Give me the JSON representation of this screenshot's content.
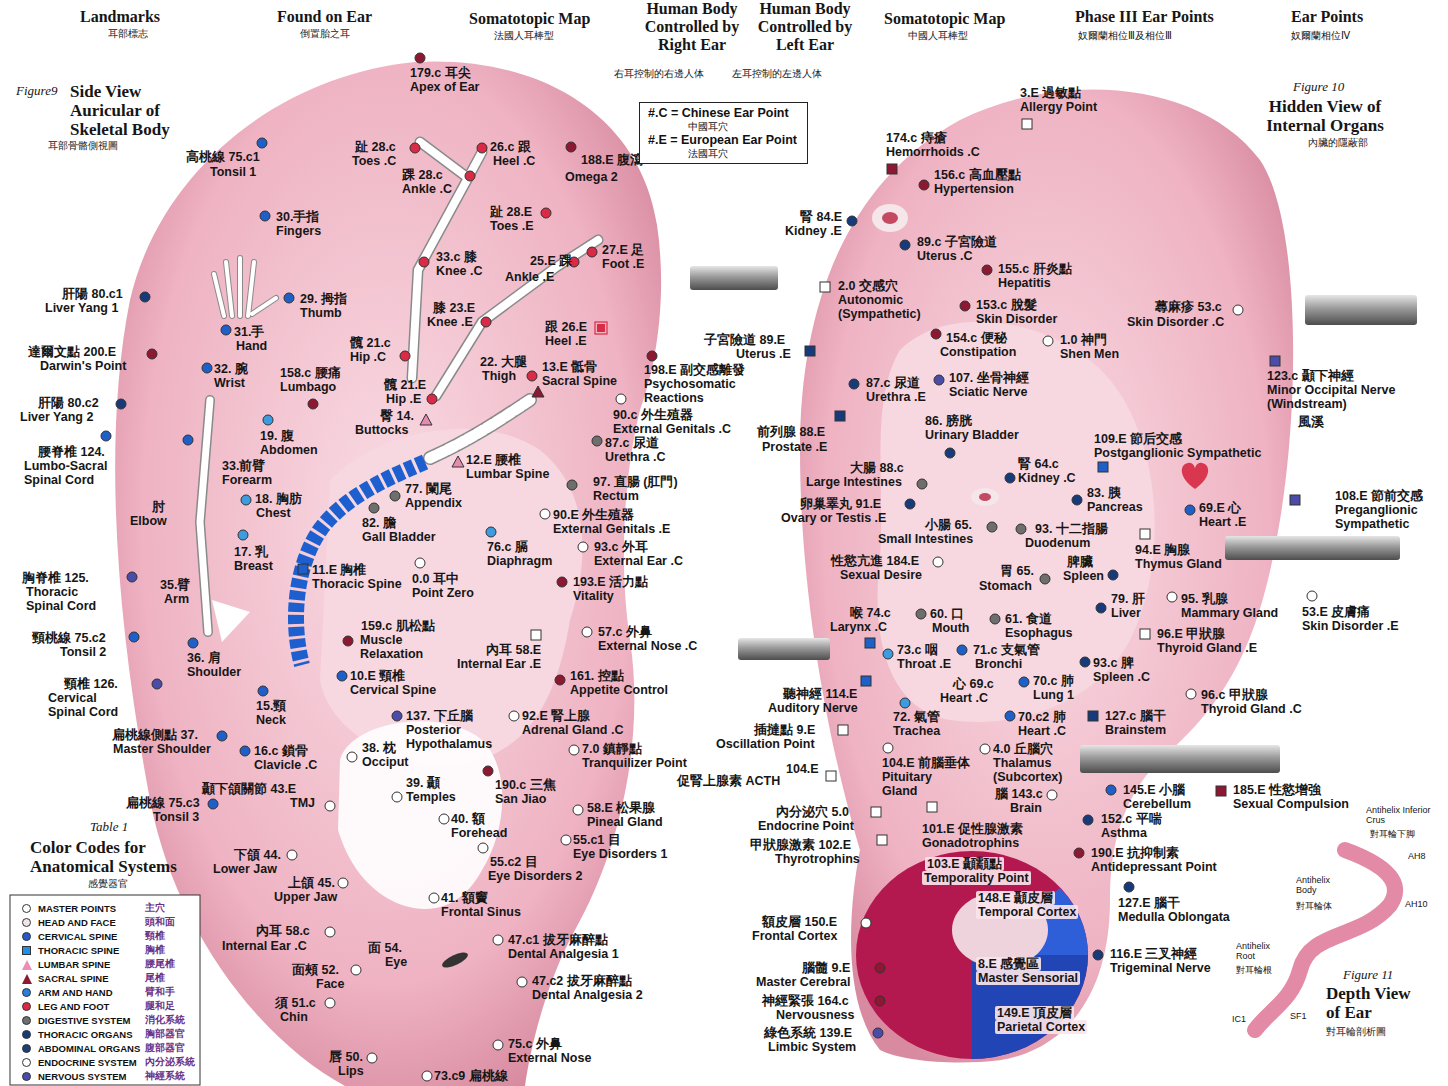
{
  "diagram": {
    "nodes": [
      {
        "text": [
          "#.C = Chinese Ear Point",
          "中國耳穴",
          "#.E = European Ear Point",
          "法國耳穴"
        ]
      }
    ],
    "labels": [
      "Landmarks",
      "耳部標志",
      "Found on Ear",
      "倒置胎之耳",
      "Somatotopic Map",
      "法國人耳棒型",
      "Human Body Controlled by Right Ear",
      "右耳控制的右邊人体",
      "Human Body Controlled by Left Ear",
      "左耳控制的左邊人体",
      "Somatotopic Map",
      "中國人耳棒型",
      "Phase III Ear Points",
      "奴爾蘭相位Ⅲ及相位Ⅲ",
      "Ear Points",
      "奴爾蘭相位Ⅳ",
      "Figure9",
      "Side View Auricular of Skeletal Body",
      "耳部骨骼側視圖",
      "Figure 10",
      "Hidden View of Internal Organs",
      "內臟的隱蔽部",
      "Table 1",
      "Color Codes for Anatomical Systems",
      "感覺器官",
      "179.c 耳尖",
      "Apex of Ear",
      "高桃線 75.c1",
      "Tonsil 1",
      "趾 28.c",
      "Toes .C",
      "26.c 跟",
      "Heel .C",
      "188.E 腹瀉",
      "Omega 2",
      "踝 28.c",
      "Ankle .C",
      "30.手指",
      "Fingers",
      "趾 28.E",
      "Toes .E",
      "27.E 足",
      "Foot .E",
      "33.c 膝",
      "Knee .C",
      "25.E 踝",
      "Ankle .E",
      "肝陽 80.c1",
      "Liver Yang 1",
      "29. 拇指",
      "Thumb",
      "膝 23.E",
      "Knee .E",
      "跟 26.E",
      "Heel .E",
      "31.手",
      "Hand",
      "髖 21.c",
      "Hip .C",
      "達爾文點 200.E",
      "Darwin's Point",
      "32. 腕",
      "Wrist",
      "158.c 腰痛",
      "Lumbago",
      "22. 大腿",
      "Thigh",
      "13.E 骶骨",
      "Sacral Spine",
      "198.E 副交感離發",
      "Psychosomatic Reactions",
      "髖 21.E",
      "Hip .E",
      "肝陽 80.c2",
      "Liver Yang 2",
      "臀 14.",
      "Buttocks",
      "90.c 外生殖器",
      "External Genitals .C",
      "19. 腹",
      "Abdomen",
      "腰脊椎 124.",
      "Lumbo-Sacral Spinal Cord",
      "33.前臂",
      "Forearm",
      "87.c 尿道",
      "Urethra .C",
      "12.E 腰椎",
      "Lumbar Spine",
      "97. 直腸 (肛門)",
      "Rectum",
      "77. 闌尾",
      "Appendix",
      "18. 胸肪",
      "Chest",
      "肘",
      "Elbow",
      "90.E 外生殖器",
      "External Genitals .E",
      "82. 膽",
      "Gall Bladder",
      "76.c 膈",
      "Diaphragm",
      "93.c 外耳",
      "External Ear .C",
      "17. 乳",
      "Breast",
      "胸脊椎 125.",
      "Thoracic Spinal Cord",
      "11.E 胸椎",
      "Thoracic Spine",
      "0.0 耳中",
      "Point Zero",
      "193.E 活力點",
      "Vitality",
      "35.臂",
      "Arm",
      "頸桃線 75.c2",
      "Tonsil 2",
      "159.c 肌松點",
      "Muscle Relaxation",
      "內耳 58.E",
      "Internal Ear .E",
      "57.c 外鼻",
      "External Nose .C",
      "36. 肩",
      "Shoulder",
      "10.E 頸椎",
      "Cervical Spine",
      "161. 控點",
      "Appetite Control",
      "頸椎 126.",
      "Cervical Spinal Cord",
      "15.頸",
      "Neck",
      "137. 下丘腦",
      "Posterior Hypothalamus",
      "92.E 腎上腺",
      "Adrenal Gland .C",
      "扁桃線側點 37.",
      "Master Shoulder",
      "38. 枕",
      "Occiput",
      "7.0 鎮靜點",
      "Tranquilizer Point",
      "16.c 鎖骨",
      "Clavicle .C",
      "顳下頜關節 43.E",
      "TMJ",
      "39. 顳",
      "Temples",
      "190.c 三焦",
      "San Jiao",
      "58.E 松果腺",
      "Pineal Gland",
      "扁桃線 75.c3",
      "Tonsil 3",
      "40. 額",
      "Forehead",
      "55.c1 目",
      "Eye Disorders 1",
      "下頜 44.",
      "Lower Jaw",
      "55.c2 目",
      "Eye Disorders 2",
      "上頜 45.",
      "Upper Jaw",
      "41. 額竇",
      "Frontal Sinus",
      "47.c1 拔牙麻醉點",
      "Dental Analgesia 1",
      "內耳 58.c",
      "Internal Ear .C",
      "面 54.",
      "Eye",
      "面頰 52.",
      "Face",
      "47.c2 拔牙麻醉點",
      "Dental Analgesia 2",
      "須 51.c",
      "Chin",
      "75.c 外鼻",
      "External Nose",
      "唇 50.",
      "Lips",
      "73.c9 扁桃線",
      "3.E 過敏點",
      "Allergy Point",
      "174.c 痔瘡",
      "Hemorrhoids .C",
      "156.c 高血壓點",
      "Hypertension",
      "腎 84.E",
      "Kidney .E",
      "89.c 子宮險道",
      "Uterus .C",
      "155.c 肝炎點",
      "Hepatitis",
      "2.0 交感穴",
      "Autonomic (Sympathetic)",
      "蕁麻疹 53.c",
      "Skin Disorder .C",
      "153.c 脫髮",
      "Skin Disorder",
      "子宮險道 89.E",
      "Uterus .E",
      "154.c 便秘",
      "Constipation",
      "1.0 神門",
      "Shen Men",
      "123.c 顳下神經",
      "Minor Occipital Nerve (Windstream)",
      "風溪",
      "87.c 尿道",
      "Urethra .E",
      "107. 坐骨神經",
      "Sciatic Nerve",
      "86. 膀胱",
      "Urinary Bladder",
      "前列腺 88.E",
      "Prostate .E",
      "109.E 節后交感",
      "Postganglionic Sympathetic",
      "大腸 88.c",
      "Large Intestines",
      "腎 64.c",
      "Kidney .C",
      "83. 胰",
      "Pancreas",
      "108.E 節前交感",
      "Preganglionic Sympathetic",
      "69.E 心",
      "Heart .E",
      "卵巢睪丸 91.E",
      "Ovary or Testis .E",
      "小腸 65.",
      "Small Intestines",
      "93. 十二指腸",
      "Duodenum",
      "94.E 胸腺",
      "Thymus Gland",
      "性慾亢進 184.E",
      "Sexual Desire",
      "胃 65.",
      "Stomach",
      "脾臟",
      "Spleen",
      "95. 乳腺",
      "Mammary Gland",
      "79. 肝",
      "Liver",
      "53.E 皮膚痛",
      "Skin Disorder .E",
      "喉 74.c",
      "Larynx .C",
      "60. 口",
      "Mouth",
      "61. 食道",
      "Esophagus",
      "96.E 甲狀腺",
      "Thyroid Gland .E",
      "73.c 咽",
      "Throat .E",
      "71.c 支氣管",
      "Bronchi",
      "93.c 脾",
      "Spleen .C",
      "心 69.c",
      "Heart .C",
      "70.c 肺",
      "Lung 1",
      "聽神經 114.E",
      "Auditory Nerve",
      "96.c 甲狀腺",
      "Thyroid Gland .C",
      "72. 氣管",
      "Trachea",
      "70.c2 肺",
      "Heart .C",
      "127.c 腦干",
      "Brainstem",
      "插撻點 9.E",
      "Oscillation Point",
      "104.E 前腦垂体",
      "Pituitary Gland",
      "4.0 丘腦穴",
      "Thalamus (Subcortex)",
      "104.E",
      "促腎上腺素 ACTH",
      "腦 143.c",
      "Brain",
      "145.E 小腦",
      "Cerebellum",
      "185.E 性慾增強",
      "Sexual Compulsion",
      "內分泌穴 5.0",
      "Endocrine Point",
      "101.E 促性腺激素",
      "Gonadotrophins",
      "152.c 平喘",
      "Asthma",
      "甲狀腺激素 102.E",
      "Thyrotrophins",
      "190.E 抗抑制素",
      "Antidepressant Point",
      "103.E 顳顬點",
      "Temporality Point",
      "148.E 顳皮層",
      "Temporal Cortex",
      "127.E 腦干",
      "Medulla Oblongata",
      "額皮層 150.E",
      "Frontal Cortex",
      "8.E 感覺區",
      "Master Sensorial",
      "116.E 三叉神經",
      "Trigeminal Nerve",
      "腦髓 9.E",
      "Master Cerebral",
      "神經緊張 164.c",
      "Nervousness",
      "149.E 頂皮層",
      "Parietal Cortex",
      "綠色系統 139.E",
      "Limbic System",
      "Antihelix Inferior Crus",
      "對耳輪下脚",
      "AH8",
      "AH10",
      "Antihelix Body",
      "對耳輪体",
      "Antihelix Root",
      "對耳輪根",
      "IC1",
      "SF1",
      "Figure 11",
      "Depth View of Ear",
      "對耳輪剖析圖",
      "主穴",
      "頭和面",
      "頸椎",
      "胸椎",
      "腰尾椎",
      "尾椎",
      "臂和手",
      "腿和足",
      "消化系統",
      "胸部器官",
      "腹部器官",
      "內分泌系統",
      "神經系統"
    ],
    "legend": [
      {
        "text": "MASTER POINTS",
        "color": "#ffffff"
      },
      {
        "text": "HEAD AND FACE",
        "color": "#f3e4ec"
      },
      {
        "text": "CERVICAL SPINE",
        "color": "#2a57c4"
      },
      {
        "text": "THORACIC SPINE",
        "color": "#1f8fe8"
      },
      {
        "text": "LUMBAR SPINE",
        "color": "#ec8db5"
      },
      {
        "text": "SACRAL SPINE",
        "color": "#8c1832"
      },
      {
        "text": "ARM AND HAND",
        "color": "#2b7fd4"
      },
      {
        "text": "LEG AND FOOT",
        "color": "#d92b45"
      },
      {
        "text": "DIGESTIVE SYSTEM",
        "color": "#6e6e6e"
      },
      {
        "text": "THORACIC ORGANS",
        "color": "#173a7a"
      },
      {
        "text": "ABDOMINAL ORGANS",
        "color": "#1d3f73"
      },
      {
        "text": "ENDOCRINE SYSTEM",
        "color": "#ffffff"
      },
      {
        "text": "NERVOUS SYSTEM",
        "color": "#4b4ba8"
      }
    ]
  }
}
